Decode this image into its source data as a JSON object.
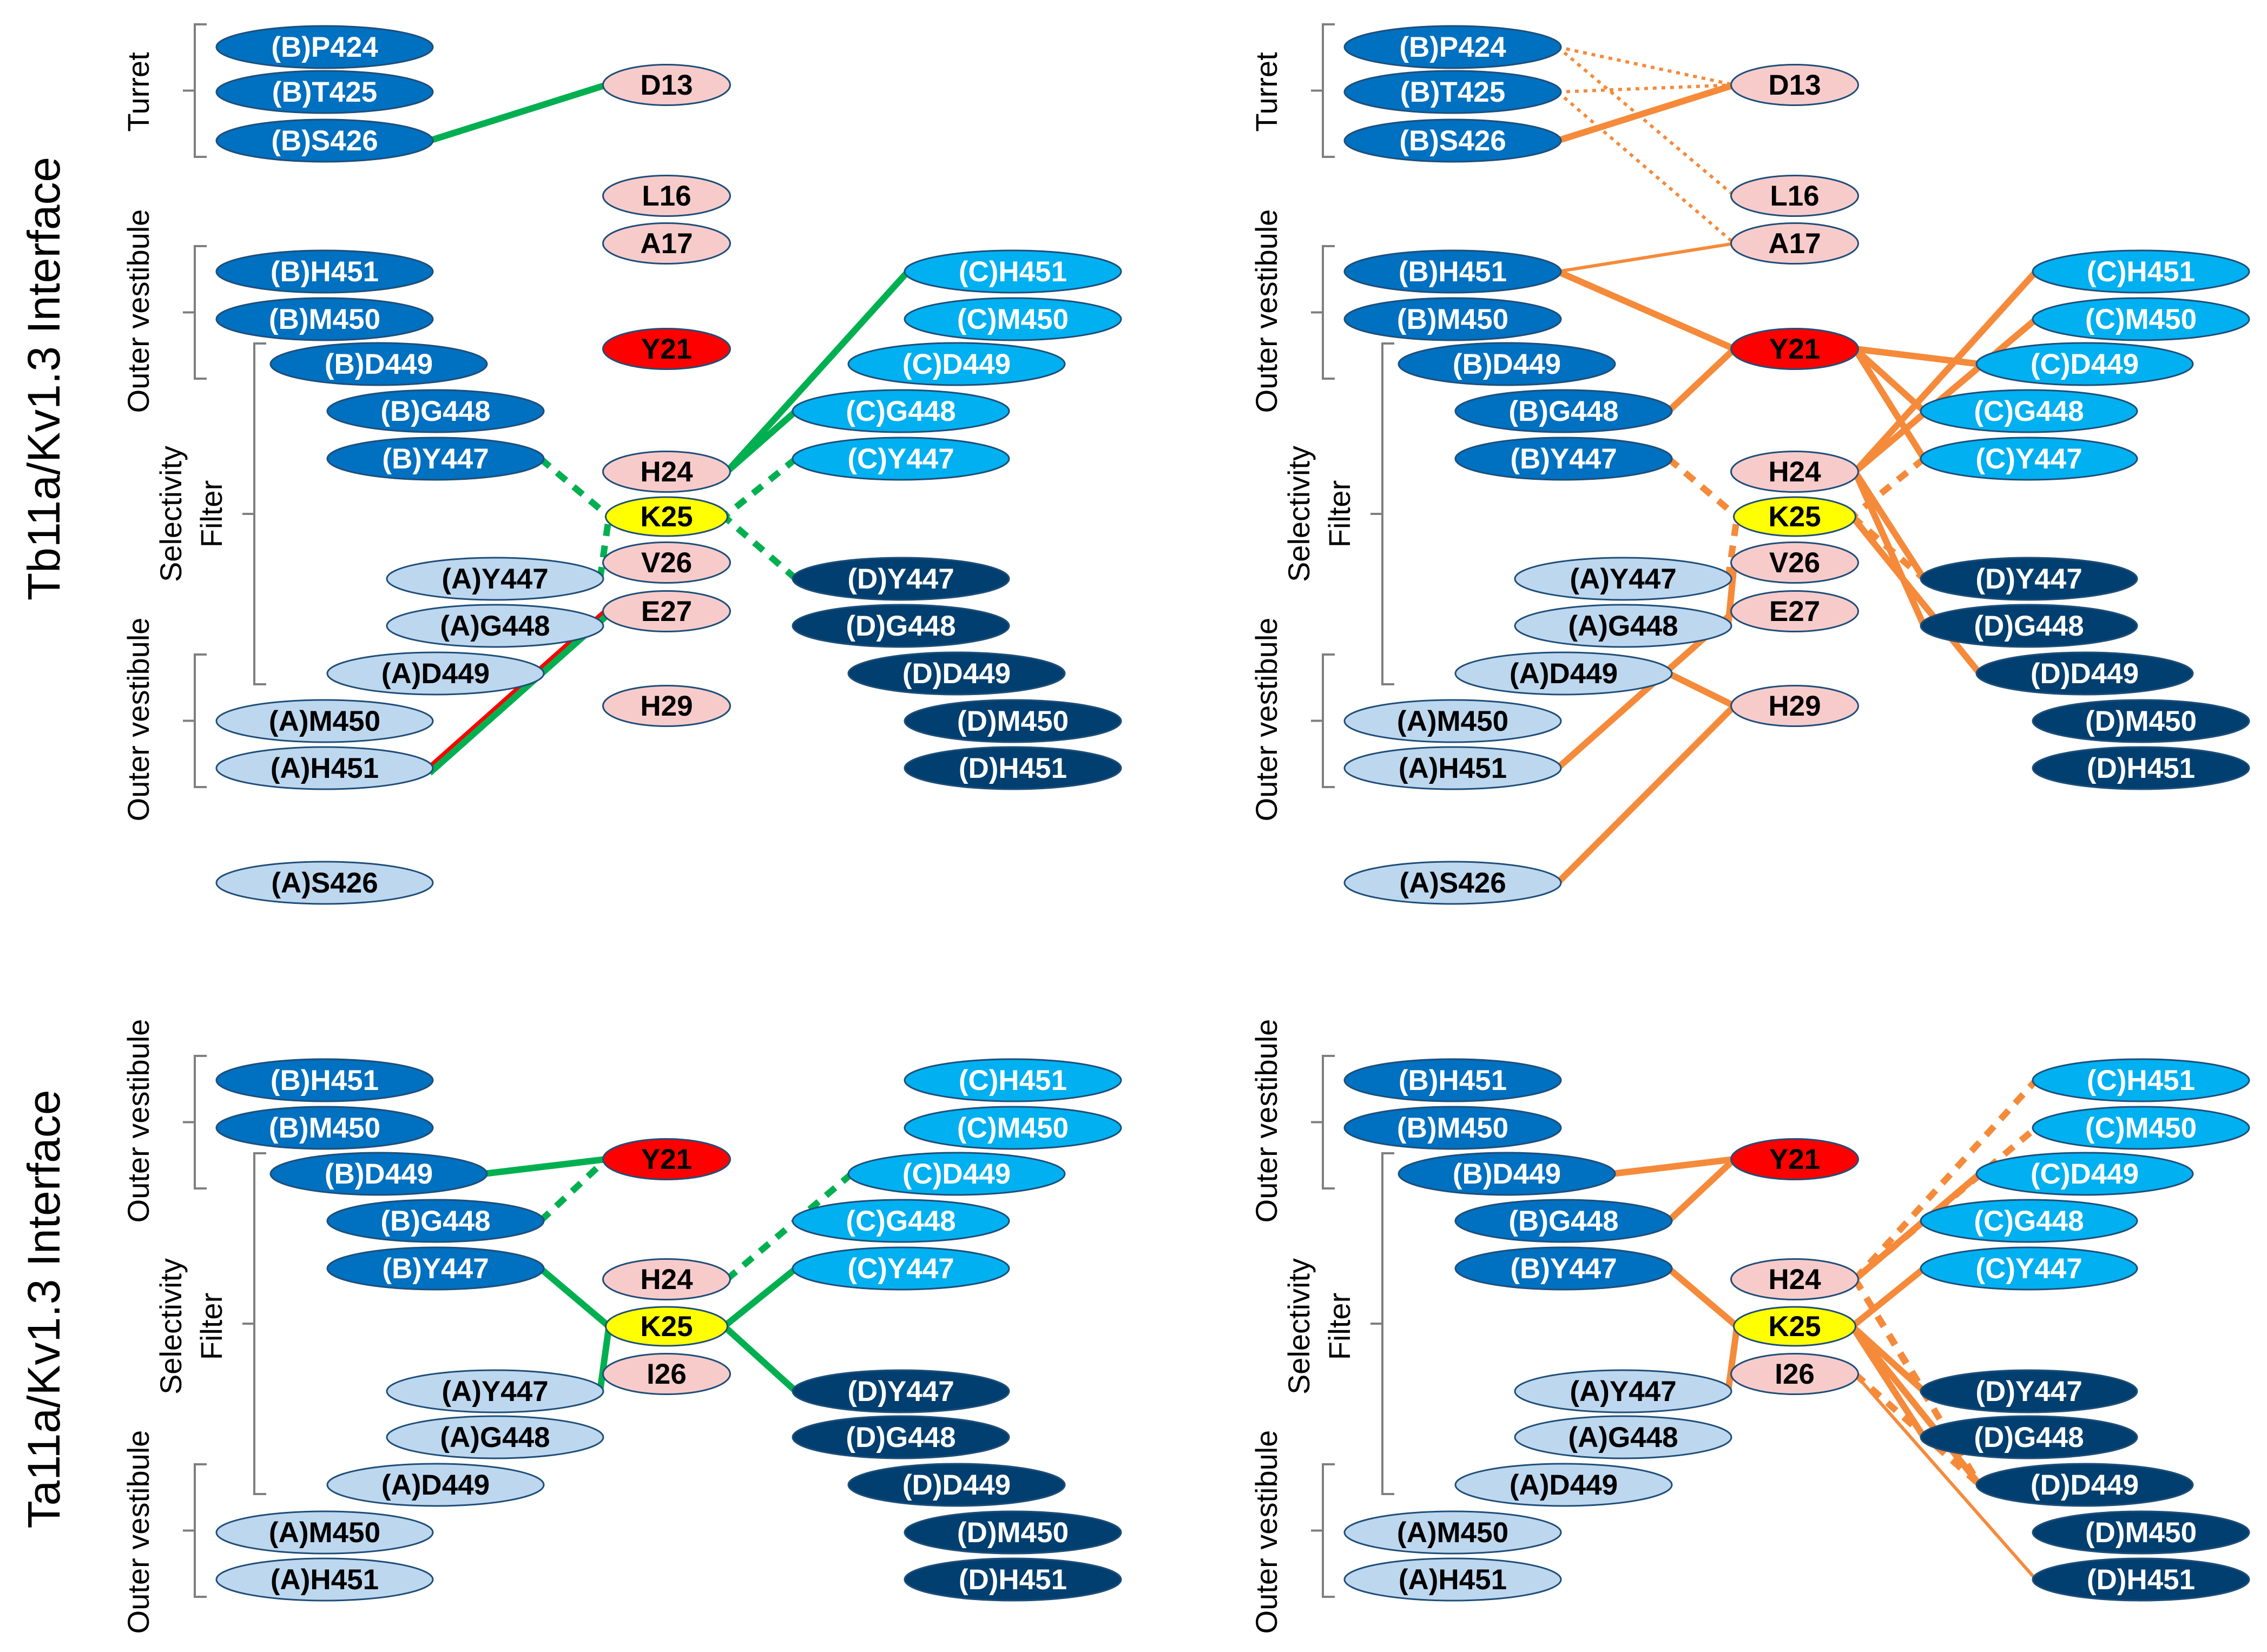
{
  "titles": {
    "top": "Tb11a/Kv1.3 Interface",
    "bottom": "Ta11a/Kv1.3 Interface"
  },
  "regions": {
    "turret": "Turret",
    "outer_vestibule": "Outer vestibule",
    "selectivity": "Selectivity",
    "filter": "Filter"
  },
  "colors": {
    "chain_a": "#bdd7ee",
    "chain_b": "#0070c0",
    "chain_c": "#00b0f0",
    "chain_d": "#003f6f",
    "toxin": "#f8cbcb",
    "tyr21": "#ff0000",
    "lys25": "#ffff00",
    "green_contact": "#00b050",
    "red_contact": "#ff0000",
    "orange_contact": "#f58a3a"
  },
  "panels": [
    {
      "id": "tb-left",
      "nodes": {
        "bp424": "(B)P424",
        "bt425": "(B)T425",
        "bs426": "(B)S426",
        "bh451": "(B)H451",
        "bm450": "(B)M450",
        "bd449": "(B)D449",
        "bg448": "(B)G448",
        "by447": "(B)Y447",
        "ay447": "(A)Y447",
        "ag448": "(A)G448",
        "ad449": "(A)D449",
        "am450": "(A)M450",
        "ah451": "(A)H451",
        "as426": "(A)S426",
        "d13": "D13",
        "l16": "L16",
        "a17": "A17",
        "y21": "Y21",
        "h24": "H24",
        "k25": "K25",
        "v26": "V26",
        "e27": "E27",
        "h29": "H29",
        "ch451": "(C)H451",
        "cm450": "(C)M450",
        "cd449": "(C)D449",
        "cg448": "(C)G448",
        "cy447": "(C)Y447",
        "dy447": "(D)Y447",
        "dg448": "(D)G448",
        "dd449": "(D)D449",
        "dm450": "(D)M450",
        "dh451": "(D)H451"
      },
      "contacts": [
        {
          "from": "bs426",
          "to": "d13",
          "type": "green",
          "style": "solid"
        },
        {
          "from": "h24",
          "to": "ch451",
          "type": "green",
          "style": "solid"
        },
        {
          "from": "h24",
          "to": "cg448",
          "type": "green",
          "style": "solid"
        },
        {
          "from": "by447",
          "to": "k25",
          "type": "green",
          "style": "dashed"
        },
        {
          "from": "ay447",
          "to": "k25",
          "type": "green",
          "style": "dashed"
        },
        {
          "from": "cy447",
          "to": "k25",
          "type": "green",
          "style": "dashed"
        },
        {
          "from": "dy447",
          "to": "k25",
          "type": "green",
          "style": "dashed"
        },
        {
          "from": "ah451",
          "to": "e27",
          "type": "red",
          "style": "solid"
        },
        {
          "from": "ah451",
          "to": "e27",
          "type": "green",
          "style": "solid"
        }
      ]
    },
    {
      "id": "tb-right",
      "nodes": {
        "bp424": "(B)P424",
        "bt425": "(B)T425",
        "bs426": "(B)S426",
        "bh451": "(B)H451",
        "bm450": "(B)M450",
        "bd449": "(B)D449",
        "bg448": "(B)G448",
        "by447": "(B)Y447",
        "ay447": "(A)Y447",
        "ag448": "(A)G448",
        "ad449": "(A)D449",
        "am450": "(A)M450",
        "ah451": "(A)H451",
        "as426": "(A)S426",
        "d13": "D13",
        "l16": "L16",
        "a17": "A17",
        "y21": "Y21",
        "h24": "H24",
        "k25": "K25",
        "v26": "V26",
        "e27": "E27",
        "h29": "H29",
        "ch451": "(C)H451",
        "cm450": "(C)M450",
        "cd449": "(C)D449",
        "cg448": "(C)G448",
        "cy447": "(C)Y447",
        "dy447": "(D)Y447",
        "dg448": "(D)G448",
        "dd449": "(D)D449",
        "dm450": "(D)M450",
        "dh451": "(D)H451"
      },
      "contacts": [
        {
          "from": "bp424",
          "to": "d13",
          "type": "orange",
          "style": "dotted"
        },
        {
          "from": "bt425",
          "to": "d13",
          "type": "orange",
          "style": "dotted"
        },
        {
          "from": "bs426",
          "to": "d13",
          "type": "orange",
          "style": "solid"
        },
        {
          "from": "bp424",
          "to": "l16",
          "type": "orange",
          "style": "dotted"
        },
        {
          "from": "bt425",
          "to": "a17",
          "type": "orange",
          "style": "dotted"
        },
        {
          "from": "bh451",
          "to": "a17",
          "type": "orange",
          "style": "thin"
        },
        {
          "from": "bh451",
          "to": "y21",
          "type": "orange",
          "style": "solid"
        },
        {
          "from": "bg448",
          "to": "y21",
          "type": "orange",
          "style": "solid"
        },
        {
          "from": "y21",
          "to": "cd449",
          "type": "orange",
          "style": "solid"
        },
        {
          "from": "y21",
          "to": "cg448",
          "type": "orange",
          "style": "solid"
        },
        {
          "from": "y21",
          "to": "cy447",
          "type": "orange",
          "style": "solid"
        },
        {
          "from": "h24",
          "to": "ch451",
          "type": "orange",
          "style": "solid"
        },
        {
          "from": "h24",
          "to": "cm450",
          "type": "orange",
          "style": "solid"
        },
        {
          "from": "h24",
          "to": "dy447",
          "type": "orange",
          "style": "solid"
        },
        {
          "from": "h24",
          "to": "dg448",
          "type": "orange",
          "style": "solid"
        },
        {
          "from": "k25",
          "to": "dd449",
          "type": "orange",
          "style": "solid"
        },
        {
          "from": "by447",
          "to": "k25",
          "type": "orange",
          "style": "dashed"
        },
        {
          "from": "ay447",
          "to": "k25",
          "type": "orange",
          "style": "dashed"
        },
        {
          "from": "cy447",
          "to": "k25",
          "type": "orange",
          "style": "dashed"
        },
        {
          "from": "k25",
          "to": "dy447",
          "type": "orange",
          "style": "dashed"
        },
        {
          "from": "ag448",
          "to": "v26",
          "type": "orange",
          "style": "solid"
        },
        {
          "from": "ah451",
          "to": "e27",
          "type": "orange",
          "style": "solid"
        },
        {
          "from": "ad449",
          "to": "h29",
          "type": "orange",
          "style": "solid"
        },
        {
          "from": "as426",
          "to": "h29",
          "type": "orange",
          "style": "solid"
        }
      ]
    },
    {
      "id": "ta-left",
      "nodes": {
        "bh451": "(B)H451",
        "bm450": "(B)M450",
        "bd449": "(B)D449",
        "bg448": "(B)G448",
        "by447": "(B)Y447",
        "ay447": "(A)Y447",
        "ag448": "(A)G448",
        "ad449": "(A)D449",
        "am450": "(A)M450",
        "ah451": "(A)H451",
        "y21": "Y21",
        "h24": "H24",
        "k25": "K25",
        "i26": "I26",
        "ch451": "(C)H451",
        "cm450": "(C)M450",
        "cd449": "(C)D449",
        "cg448": "(C)G448",
        "cy447": "(C)Y447",
        "dy447": "(D)Y447",
        "dg448": "(D)G448",
        "dd449": "(D)D449",
        "dm450": "(D)M450",
        "dh451": "(D)H451"
      },
      "contacts": [
        {
          "from": "bd449",
          "to": "y21",
          "type": "green",
          "style": "solid"
        },
        {
          "from": "bg448",
          "to": "y21",
          "type": "green",
          "style": "dashed"
        },
        {
          "from": "by447",
          "to": "k25",
          "type": "green",
          "style": "solid"
        },
        {
          "from": "ay447",
          "to": "k25",
          "type": "green",
          "style": "solid"
        },
        {
          "from": "cy447",
          "to": "k25",
          "type": "green",
          "style": "solid"
        },
        {
          "from": "dy447",
          "to": "k25",
          "type": "green",
          "style": "solid"
        },
        {
          "from": "h24",
          "to": "cd449",
          "type": "green",
          "style": "dashed"
        }
      ]
    },
    {
      "id": "ta-right",
      "nodes": {
        "bh451": "(B)H451",
        "bm450": "(B)M450",
        "bd449": "(B)D449",
        "bg448": "(B)G448",
        "by447": "(B)Y447",
        "ay447": "(A)Y447",
        "ag448": "(A)G448",
        "ad449": "(A)D449",
        "am450": "(A)M450",
        "ah451": "(A)H451",
        "y21": "Y21",
        "h24": "H24",
        "k25": "K25",
        "i26": "I26",
        "ch451": "(C)H451",
        "cm450": "(C)M450",
        "cd449": "(C)D449",
        "cg448": "(C)G448",
        "cy447": "(C)Y447",
        "dy447": "(D)Y447",
        "dg448": "(D)G448",
        "dd449": "(D)D449",
        "dm450": "(D)M450",
        "dh451": "(D)H451"
      },
      "contacts": [
        {
          "from": "bd449",
          "to": "y21",
          "type": "orange",
          "style": "solid"
        },
        {
          "from": "bg448",
          "to": "y21",
          "type": "orange",
          "style": "solid"
        },
        {
          "from": "by447",
          "to": "k25",
          "type": "orange",
          "style": "solid"
        },
        {
          "from": "ay447",
          "to": "k25",
          "type": "orange",
          "style": "solid"
        },
        {
          "from": "h24",
          "to": "ch451",
          "type": "orange",
          "style": "dashed"
        },
        {
          "from": "h24",
          "to": "cm450",
          "type": "orange",
          "style": "dashed"
        },
        {
          "from": "h24",
          "to": "cd449",
          "type": "orange",
          "style": "solid"
        },
        {
          "from": "h24",
          "to": "cg448",
          "type": "orange",
          "style": "solid"
        },
        {
          "from": "k25",
          "to": "cy447",
          "type": "orange",
          "style": "solid"
        },
        {
          "from": "k25",
          "to": "dy447",
          "type": "orange",
          "style": "solid"
        },
        {
          "from": "k25",
          "to": "dg448",
          "type": "orange",
          "style": "solid"
        },
        {
          "from": "k25",
          "to": "dd449",
          "type": "orange",
          "style": "solid"
        },
        {
          "from": "h24",
          "to": "dd449",
          "type": "orange",
          "style": "dashed"
        },
        {
          "from": "h24",
          "to": "dy447",
          "type": "orange",
          "style": "dashed"
        },
        {
          "from": "i26",
          "to": "dd449",
          "type": "orange",
          "style": "dashed"
        },
        {
          "from": "i26",
          "to": "dh451",
          "type": "orange",
          "style": "thin"
        }
      ]
    }
  ]
}
